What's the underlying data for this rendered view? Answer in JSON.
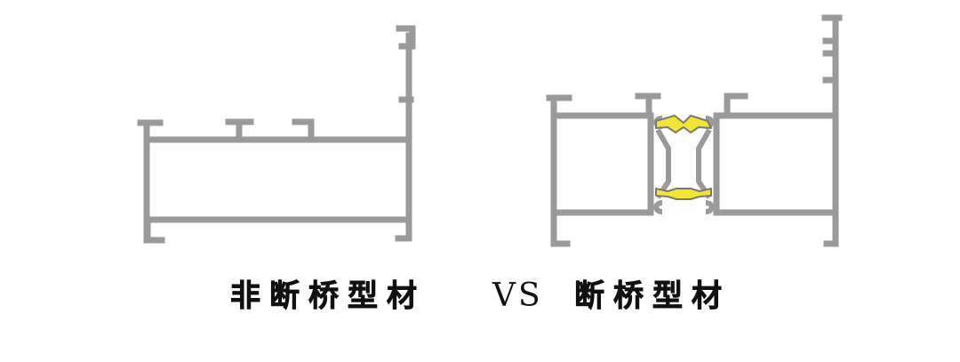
{
  "caption": {
    "left_label": "非断桥型材",
    "vs_label": "VS",
    "right_label": "断桥型材"
  },
  "colors": {
    "profile_stroke": "#8f8f8f",
    "profile_fill": "#9a9a9a",
    "thermal_break": "#f0e72f",
    "thermal_break_edge": "#7a7a7a",
    "caption_text": "#111111",
    "background": "#ffffff"
  }
}
